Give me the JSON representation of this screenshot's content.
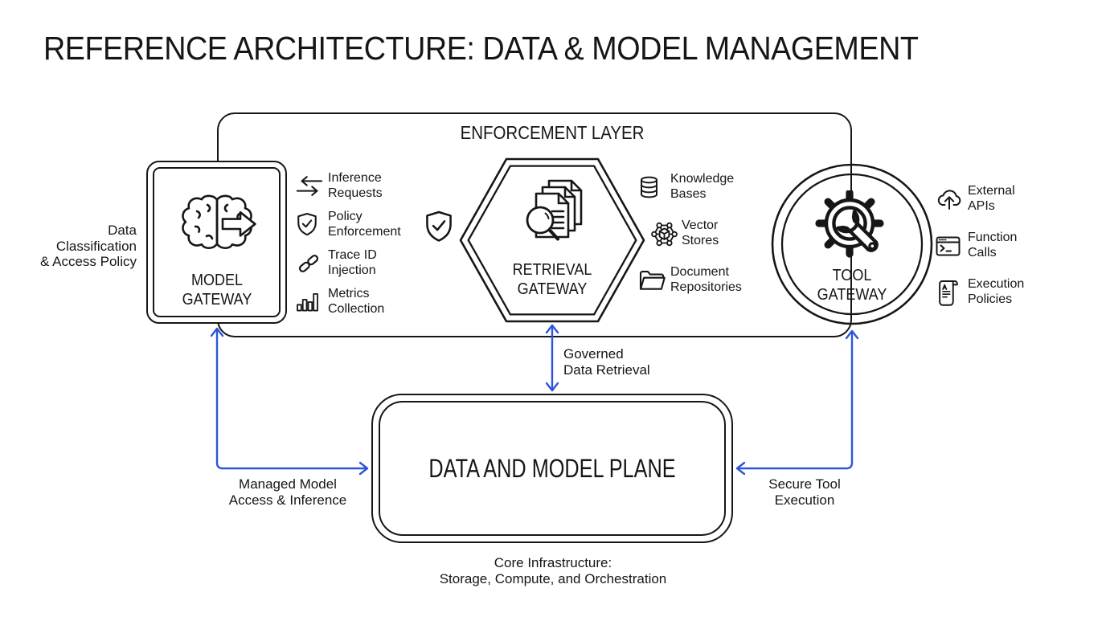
{
  "title": "REFERENCE ARCHITECTURE: DATA & MODEL MANAGEMENT",
  "palette": {
    "ink": "#161616",
    "accent_blue": "#2e55d9",
    "background": "#ffffff"
  },
  "enforcement_layer": {
    "label": "ENFORCEMENT LAYER",
    "side_note_lines": [
      "Data",
      "Classification",
      "& Access Policy"
    ],
    "standalone_icon": "shield-check-icon",
    "gateways": [
      {
        "name": "MODEL GATEWAY",
        "shape": "rounded-square",
        "icon": "brain-output-icon",
        "features": [
          {
            "icon": "arrows-swap-icon",
            "label": "Inference Requests"
          },
          {
            "icon": "shield-check-icon",
            "label": "Policy Enforcement"
          },
          {
            "icon": "chain-link-icon",
            "label": "Trace ID Injection"
          },
          {
            "icon": "bar-chart-icon",
            "label": "Metrics Collection"
          }
        ]
      },
      {
        "name": "RETRIEVAL GATEWAY",
        "shape": "hexagon",
        "icon": "document-search-icon",
        "features": [
          {
            "icon": "database-icon",
            "label": "Knowledge Bases"
          },
          {
            "icon": "vector-cube-icon",
            "label": "Vector Stores"
          },
          {
            "icon": "folder-icon",
            "label": "Document Repositories"
          }
        ]
      },
      {
        "name": "TOOL GATEWAY",
        "shape": "circle",
        "icon": "gear-wrench-icon",
        "features": [
          {
            "icon": "cloud-upload-icon",
            "label": "External APIs"
          },
          {
            "icon": "terminal-icon",
            "label": "Function Calls"
          },
          {
            "icon": "scroll-icon",
            "label": "Execution Policies"
          }
        ]
      }
    ]
  },
  "connections": {
    "governed": {
      "label_lines": [
        "Governed",
        "Data Retrieval"
      ]
    },
    "managed": {
      "label_lines": [
        "Managed Model",
        "Access & Inference"
      ]
    },
    "secure": {
      "label_lines": [
        "Secure Tool",
        "Execution"
      ]
    }
  },
  "data_plane": {
    "label": "DATA AND MODEL PLANE",
    "caption_lines": [
      "Core Infrastructure:",
      "Storage, Compute, and Orchestration"
    ]
  }
}
